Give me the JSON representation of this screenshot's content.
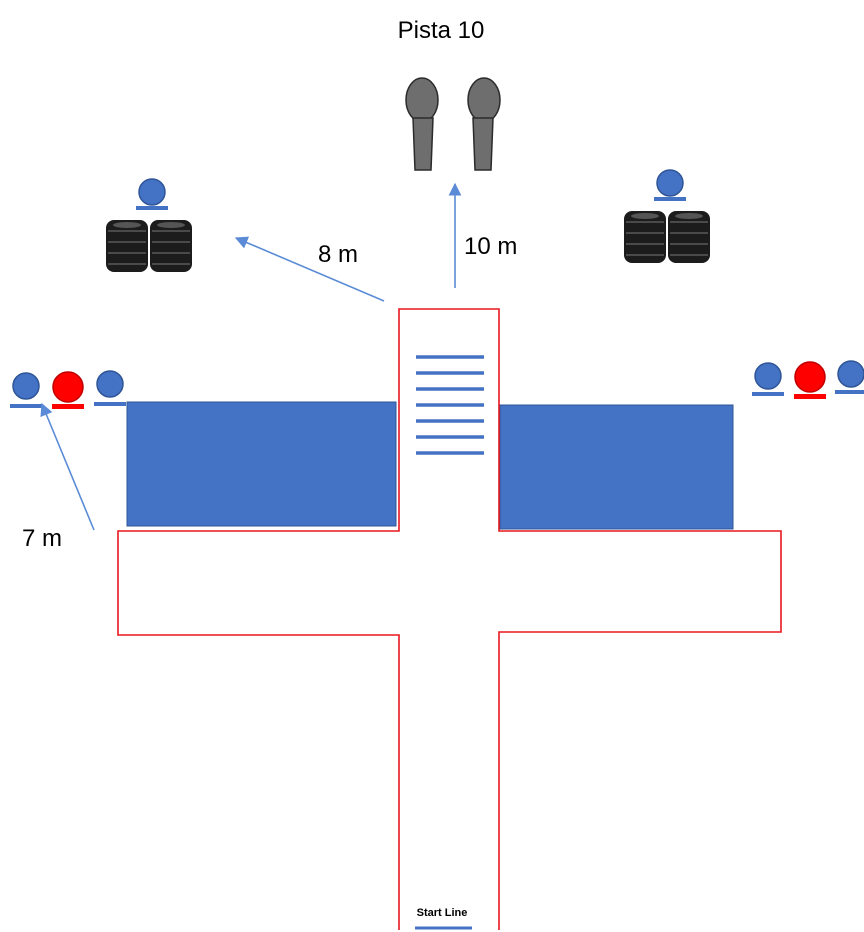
{
  "title": "Pista 10",
  "distances": {
    "top": "10 m",
    "upper_left": "8 m",
    "left": "7 m"
  },
  "start_line_label": "Start Line",
  "colors": {
    "water": "#4472C4",
    "track_border": "#E8171F",
    "arrow": "#5B8BD6",
    "blue_marker": "#4472C4",
    "red_marker": "#FF0000",
    "tire": "#1C1C1C",
    "microphone": "#6E6E6E"
  },
  "icons": {
    "microphone": "microphone-icon",
    "tire_stack": "tire-stack-icon",
    "blue_marker": "blue-marker-icon",
    "red_marker": "red-marker-icon"
  }
}
